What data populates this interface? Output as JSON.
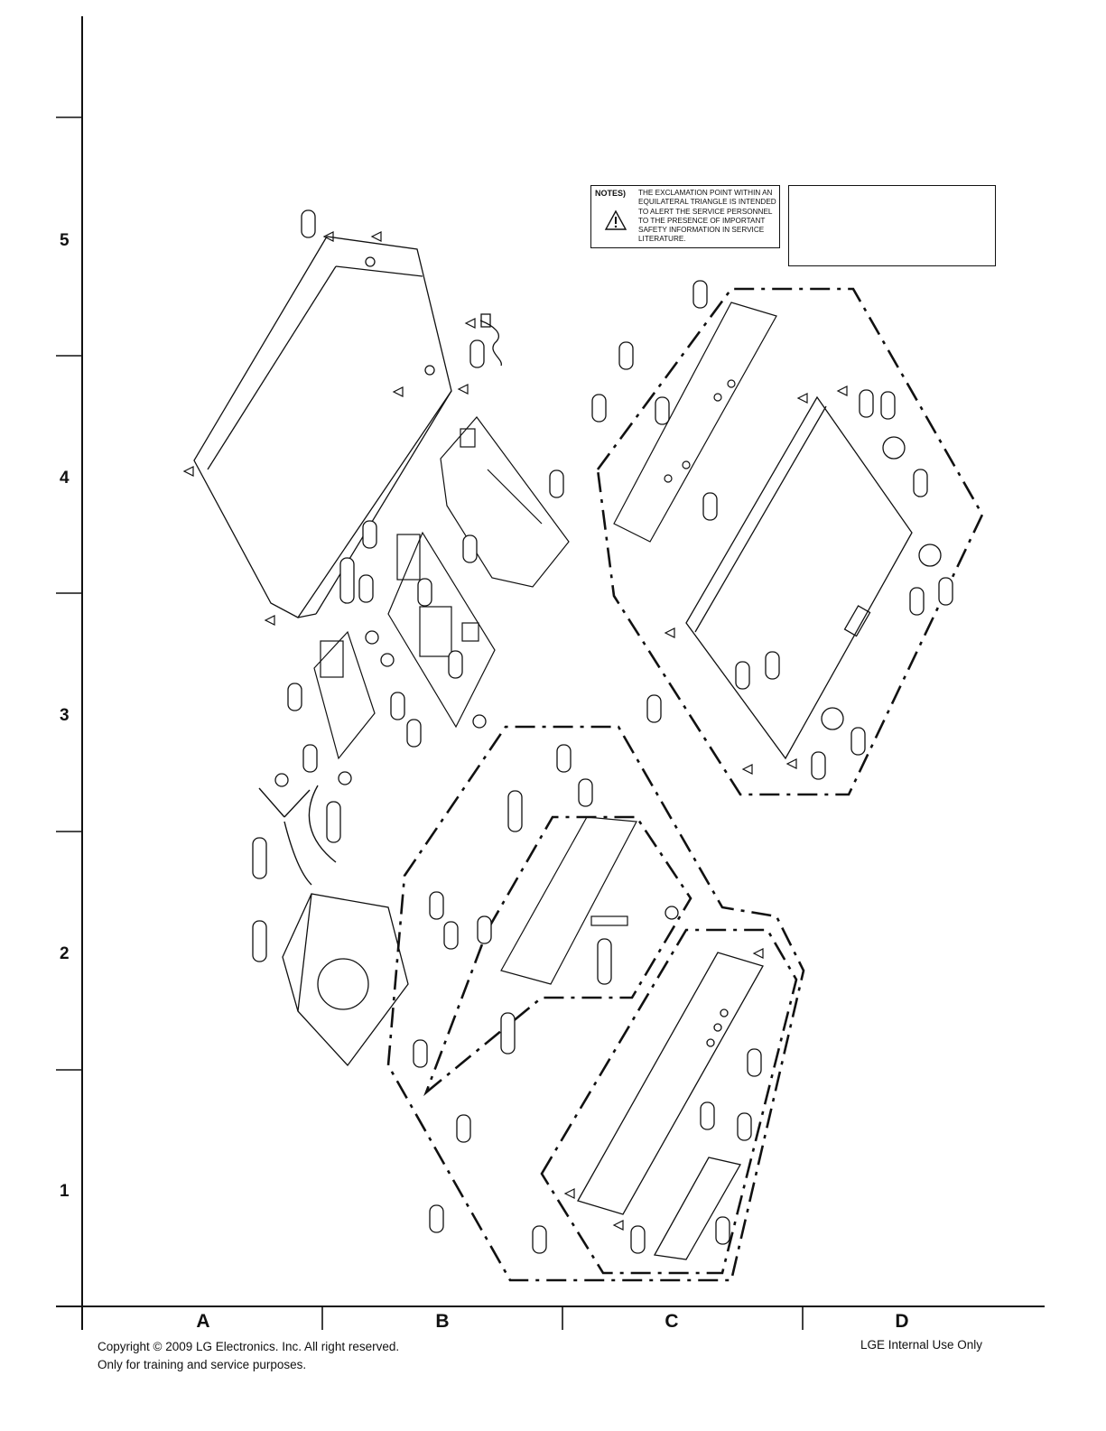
{
  "notes": {
    "heading": "NOTES)",
    "text": "THE EXCLAMATION POINT WITHIN AN EQUILATERAL TRIANGLE IS INTENDED TO ALERT THE SERVICE PERSONNEL TO THE PRESENCE OF IMPORTANT SAFETY INFORMATION IN SERVICE LITERATURE.",
    "icon": "warning-triangle-icon"
  },
  "grid": {
    "rows": [
      "5",
      "4",
      "3",
      "2",
      "1"
    ],
    "columns": [
      "A",
      "B",
      "C",
      "D"
    ]
  },
  "footer": {
    "copyright": "Copyright © 2009 LG Electronics. Inc. All right reserved.",
    "usage": "Only for training and service purposes.",
    "internal": "LGE Internal Use Only"
  }
}
